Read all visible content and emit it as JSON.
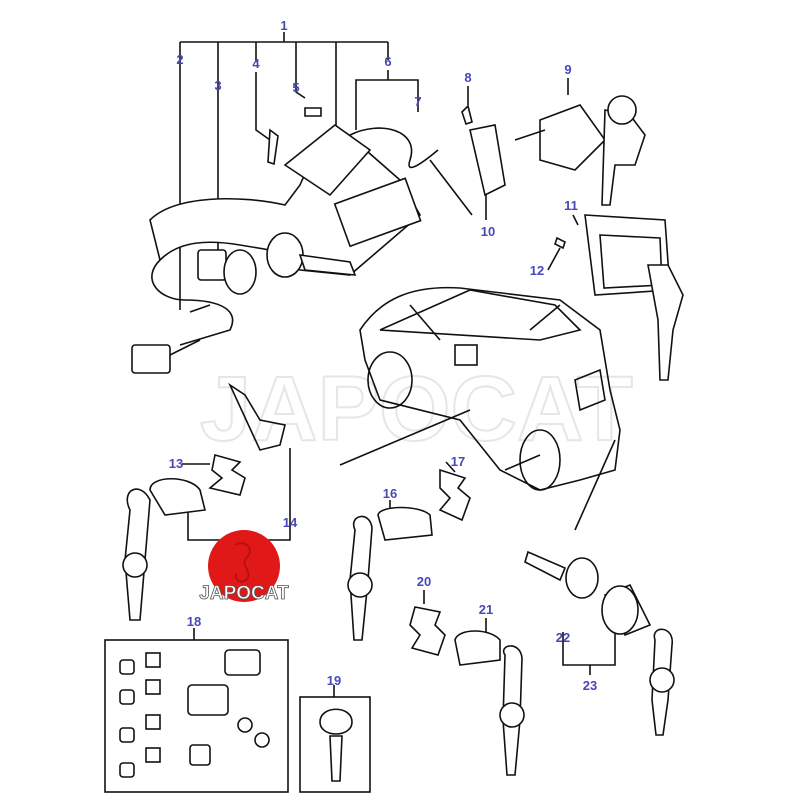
{
  "diagram": {
    "watermark": "JAPOCAT",
    "logo_text": "JAPOCAT",
    "label_color": "#4848b8",
    "logo_color": "#e01818",
    "callouts": [
      "1",
      "2",
      "3",
      "4",
      "5",
      "6",
      "7",
      "8",
      "9",
      "10",
      "11",
      "12",
      "13",
      "14",
      "16",
      "17",
      "18",
      "19",
      "20",
      "21",
      "22",
      "23"
    ]
  }
}
